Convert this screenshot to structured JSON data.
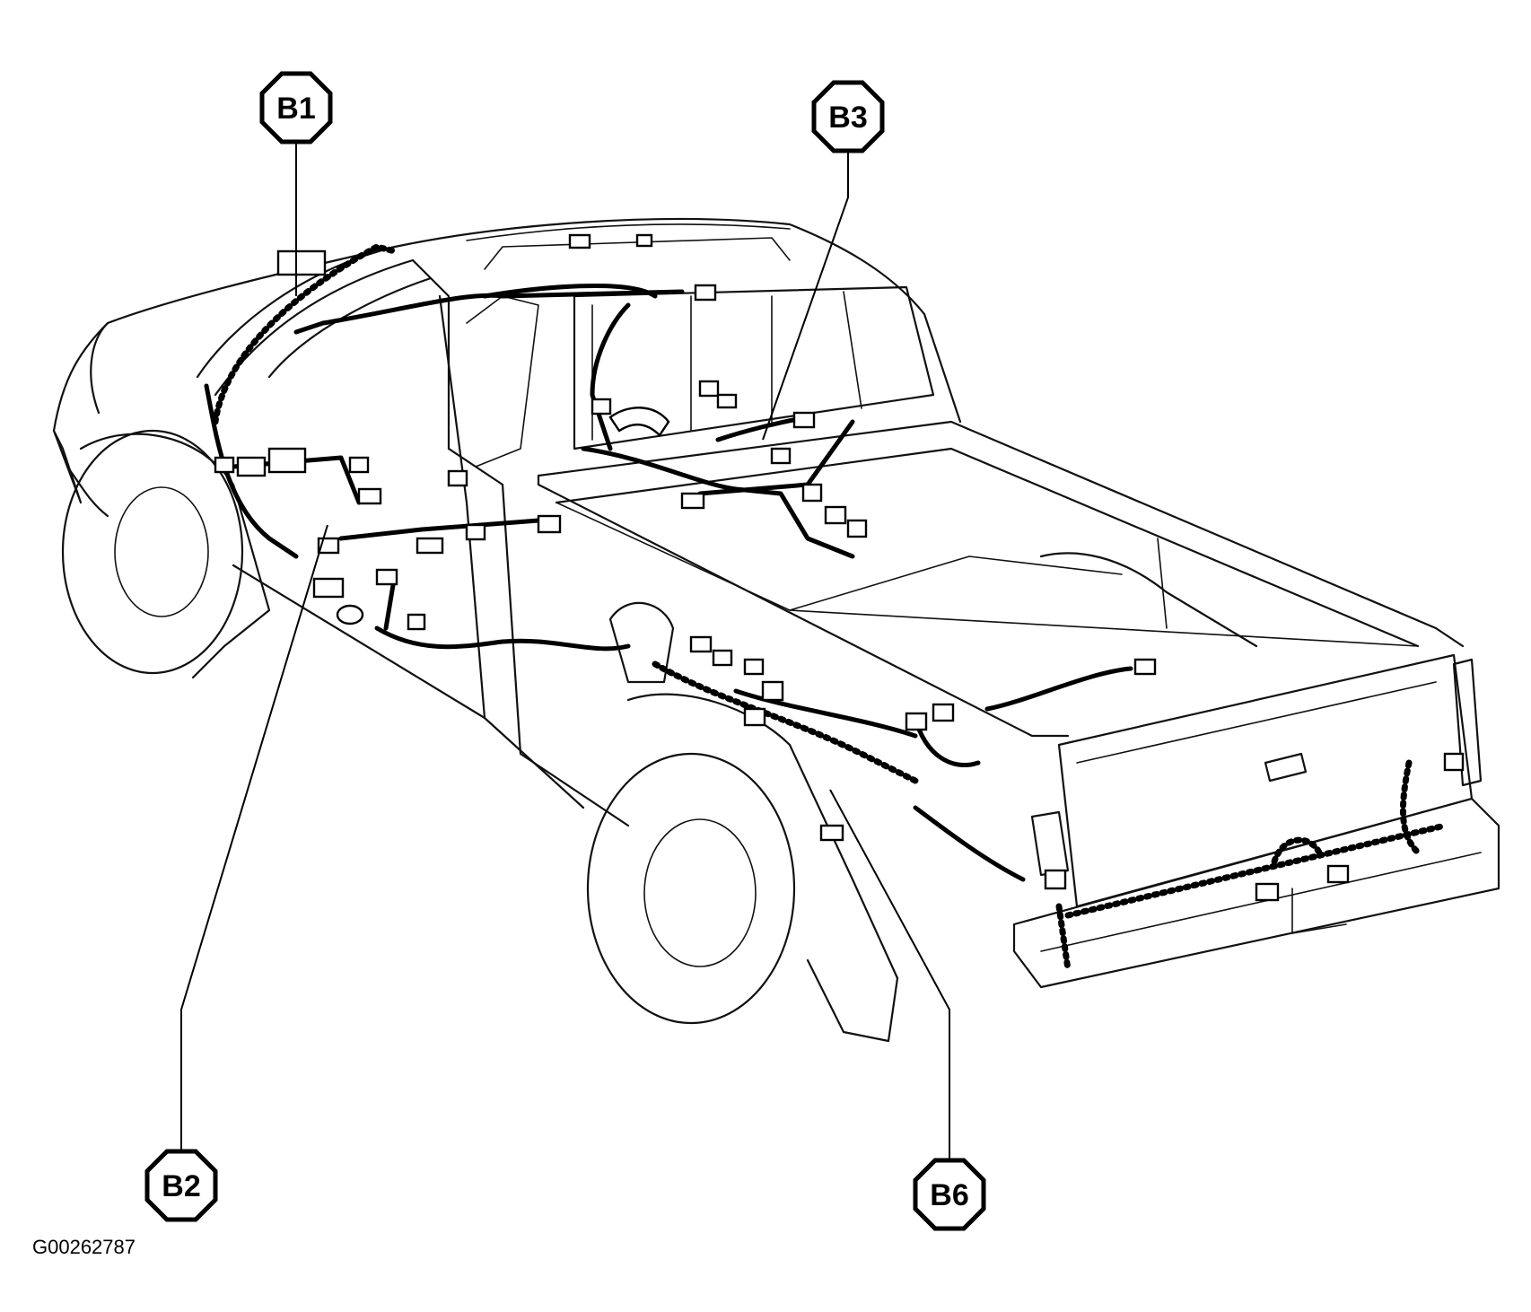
{
  "callouts": [
    {
      "label": "B1"
    },
    {
      "label": "B3"
    },
    {
      "label": "B2"
    },
    {
      "label": "B6"
    }
  ],
  "figure_id": "G00262787"
}
